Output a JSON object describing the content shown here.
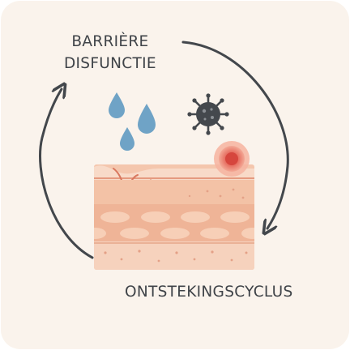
{
  "labels": {
    "barrier_line1": "BARRIÈRE",
    "barrier_line2": "DISFUNCTIE",
    "cycle": "ONTSTEKINGSCYCLUS"
  },
  "colors": {
    "background": "#faf3ec",
    "arrow": "#43474c",
    "water_drop": "#6fa3c6",
    "germ": "#44484d",
    "skin_surface": "#f6cdb4",
    "skin_layer": "#f1b79c",
    "inflammation": "#e0574a"
  },
  "icons": [
    "water-drop-icon",
    "germ-icon",
    "inflammation-spot-icon",
    "cycle-arrow-icon"
  ]
}
